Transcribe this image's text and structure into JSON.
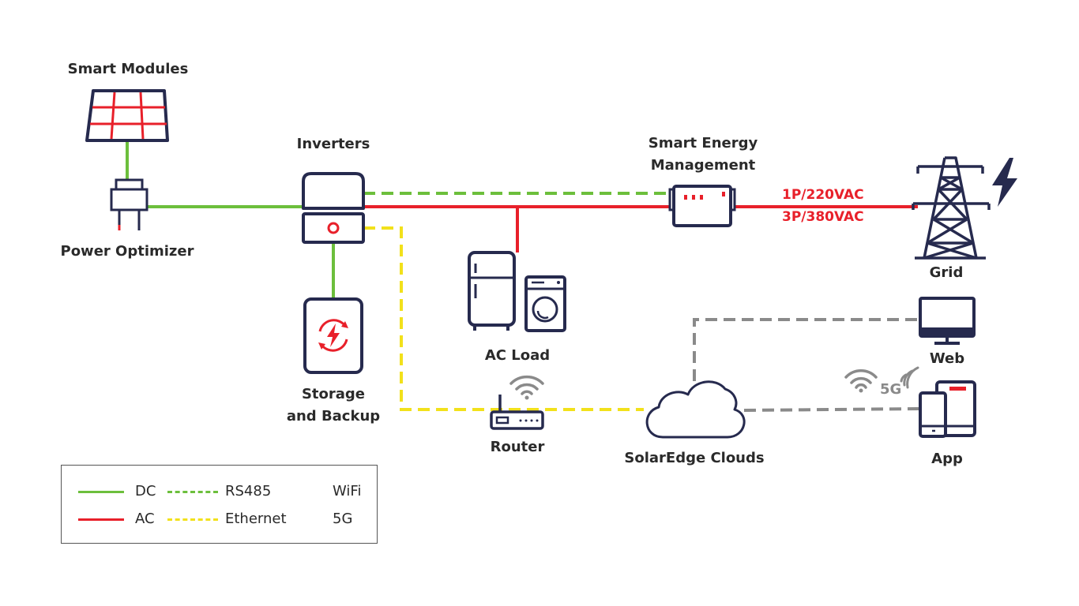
{
  "colors": {
    "dc": "#6cbf3c",
    "ac": "#e8202a",
    "rs485": "#6cbf3c",
    "ethernet": "#f2e11b",
    "wireless": "#8a8a8a",
    "icon": "#262a4e",
    "accent": "#e8202a"
  },
  "nodes": {
    "smart_modules": "Smart Modules",
    "power_optimizer": "Power Optimizer",
    "inverters": "Inverters",
    "smart_energy_management": [
      "Smart Energy",
      "Management"
    ],
    "grid": "Grid",
    "ac_load": "AC Load",
    "storage_backup": [
      "Storage",
      "and Backup"
    ],
    "router": "Router",
    "cloud": "SolarEdge Clouds",
    "web": "Web",
    "app": "App"
  },
  "grid_voltage": [
    "1P/220VAC",
    "3P/380VAC"
  ],
  "app_signal_label": "5G",
  "legend": {
    "dc": "DC",
    "ac": "AC",
    "rs485": "RS485",
    "ethernet": "Ethernet",
    "wifi": "WiFi",
    "fiveg": "5G",
    "fiveg_badge": "5G"
  },
  "icons": [
    "solar-panel-icon",
    "optimizer-icon",
    "inverter-icon",
    "battery-icon",
    "fridge-icon",
    "washing-machine-icon",
    "meter-icon",
    "power-tower-icon",
    "lightning-icon",
    "router-icon",
    "wifi-icon",
    "cloud-icon",
    "monitor-icon",
    "mobile-devices-icon"
  ]
}
